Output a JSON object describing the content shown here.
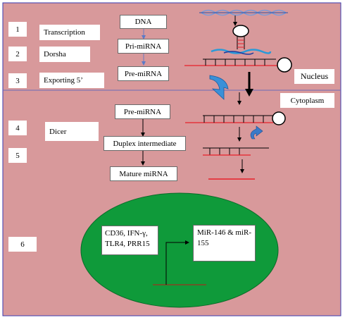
{
  "colors": {
    "background": "#d8999b",
    "border": "#3a3ab0",
    "divider": "#6a6ab8",
    "ellipse": "#0f9a3a",
    "red_strand": "#e8202a",
    "blue_strand": "#2060d0",
    "curve_arrow": "#3a7ac8"
  },
  "steps": [
    {
      "number": "1",
      "label": "Transcription"
    },
    {
      "number": "2",
      "label": "Dorsha"
    },
    {
      "number": "3",
      "label": "Exporting 5’"
    },
    {
      "number": "4",
      "label": "Dicer"
    },
    {
      "number": "5",
      "label": ""
    },
    {
      "number": "6",
      "label": ""
    }
  ],
  "flow_nucleus": [
    "DNA",
    "Pri-miRNA",
    "Pre-miRNA"
  ],
  "flow_cytoplasm": [
    "Pre-miRNA",
    "Duplex intermediate",
    "Mature miRNA"
  ],
  "compartments": {
    "nucleus": "Nucleus",
    "cytoplasm": "Cytoplasm"
  },
  "regulation": {
    "inputs": "CD36, IFN-γ, TLR4, PRR15",
    "outputs": "MiR-146 & miR-155"
  }
}
